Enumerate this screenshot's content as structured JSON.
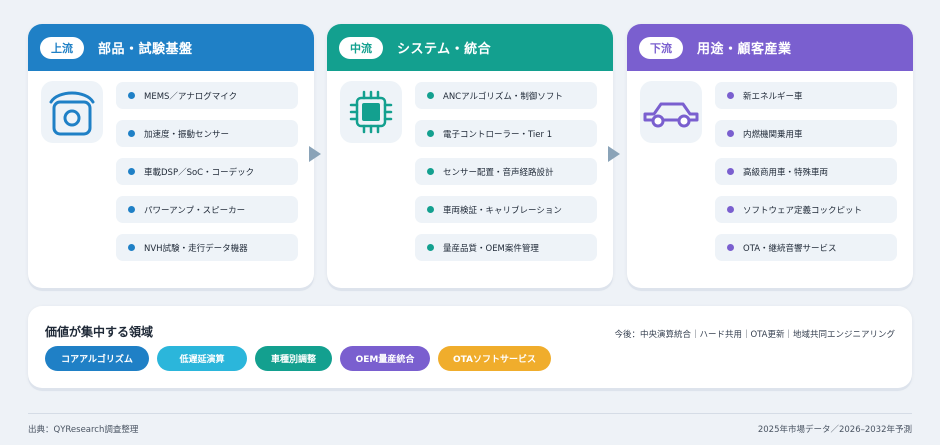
{
  "stages": [
    {
      "stage": "上流",
      "title": "部品・試験基盤",
      "color": "#1f80c6",
      "icon": "camera-module-icon",
      "items": [
        "MEMS／アナログマイク",
        "加速度・振動センサー",
        "車載DSP／SoC・コーデック",
        "パワーアンプ・スピーカー",
        "NVH試験・走行データ機器"
      ]
    },
    {
      "stage": "中流",
      "title": "システム・統合",
      "color": "#13a08f",
      "icon": "chip-icon",
      "items": [
        "ANCアルゴリズム・制御ソフト",
        "電子コントローラー・Tier 1",
        "センサー配置・音声経路設計",
        "車両検証・キャリブレーション",
        "量産品質・OEM案件管理"
      ]
    },
    {
      "stage": "下流",
      "title": "用途・顧客産業",
      "color": "#7a5fcf",
      "icon": "car-icon",
      "items": [
        "新エネルギー車",
        "内燃機関乗用車",
        "高級商用車・特殊車両",
        "ソフトウェア定義コックピット",
        "OTA・継続音響サービス"
      ]
    }
  ],
  "summary": {
    "title": "価値が集中する領域",
    "note": "今後：中央演算統合｜ハード共用｜OTA更新｜地域共同エンジニアリング",
    "tags": [
      {
        "label": "コアアルゴリズム",
        "color": "#1f80c6"
      },
      {
        "label": "低遅延演算",
        "color": "#2bb6db"
      },
      {
        "label": "車種別調整",
        "color": "#13a08f"
      },
      {
        "label": "OEM量産統合",
        "color": "#7a5fcf"
      },
      {
        "label": "OTAソフトサービス",
        "color": "#f0ad2c"
      }
    ]
  },
  "footer": {
    "source": "出典：QYResearch調査整理",
    "period": "2025年市場データ／2026–2032年予測"
  }
}
